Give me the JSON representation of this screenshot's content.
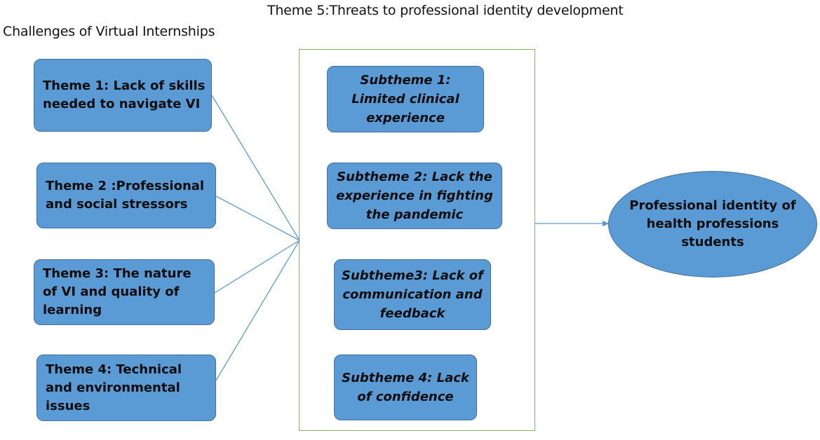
{
  "heading": "Theme 5:Threats to professional identity development",
  "left_heading": "Challenges of Virtual Internships",
  "themes": [
    {
      "label": "Theme 1: Lack of skills needed to navigate VI"
    },
    {
      "label": "Theme 2 :Professional and social stressors"
    },
    {
      "label": "Theme 3: The nature of VI and quality of learning"
    },
    {
      "label": "Theme 4: Technical and  environmental issues"
    }
  ],
  "subthemes": [
    {
      "label": "Subtheme  1: Limited clinical experience"
    },
    {
      "label": "Subtheme 2: Lack the experience in fighting the pandemic"
    },
    {
      "label": "Subtheme3: Lack of communication and feedback"
    },
    {
      "label": "Subtheme 4: Lack of confidence"
    }
  ],
  "outcome": {
    "label": "Professional identity of health professions students"
  },
  "colors": {
    "box_fill": "#5b9bd5",
    "box_border": "#41719c",
    "frame_border": "#8ab06a",
    "connector": "#5b9bd5"
  }
}
